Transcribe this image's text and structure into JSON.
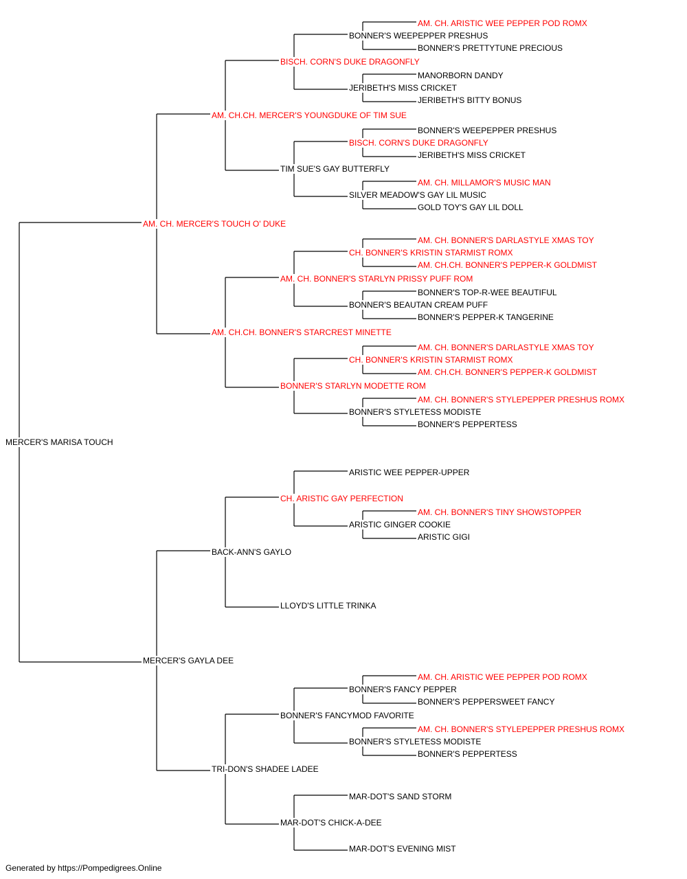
{
  "colors": {
    "titled": "#ff0000",
    "plain": "#000000",
    "line": "#000000"
  },
  "footer": "Generated by https://Pompedigrees.Online",
  "pedigree": {
    "name": "MERCER'S MARISA TOUCH",
    "titled": false,
    "sire": {
      "name": "AM. CH. MERCER'S TOUCH O' DUKE",
      "titled": true,
      "sire": {
        "name": "AM. CH.CH. MERCER'S YOUNGDUKE OF TIM SUE",
        "titled": true,
        "sire": {
          "name": "BISCH. CORN'S DUKE DRAGONFLY",
          "titled": true,
          "sire": {
            "name": "BONNER'S WEEPEPPER PRESHUS",
            "titled": false,
            "sire": {
              "name": "AM. CH. ARISTIC WEE PEPPER POD ROMX",
              "titled": true
            },
            "dam": {
              "name": "BONNER'S PRETTYTUNE PRECIOUS",
              "titled": false
            }
          },
          "dam": {
            "name": "JERIBETH'S MISS CRICKET",
            "titled": false,
            "sire": {
              "name": "MANORBORN DANDY",
              "titled": false
            },
            "dam": {
              "name": "JERIBETH'S BITTY BONUS",
              "titled": false
            }
          }
        },
        "dam": {
          "name": "TIM SUE'S GAY BUTTERFLY",
          "titled": false,
          "sire": {
            "name": "BISCH. CORN'S DUKE DRAGONFLY",
            "titled": true,
            "sire": {
              "name": "BONNER'S WEEPEPPER PRESHUS",
              "titled": false
            },
            "dam": {
              "name": "JERIBETH'S MISS CRICKET",
              "titled": false
            }
          },
          "dam": {
            "name": "SILVER MEADOW'S GAY LIL MUSIC",
            "titled": false,
            "sire": {
              "name": "AM. CH. MILLAMOR'S MUSIC MAN",
              "titled": true
            },
            "dam": {
              "name": "GOLD TOY'S GAY LIL DOLL",
              "titled": false
            }
          }
        }
      },
      "dam": {
        "name": "AM. CH.CH. BONNER'S STARCREST MINETTE",
        "titled": true,
        "sire": {
          "name": "AM. CH. BONNER'S STARLYN PRISSY PUFF ROM",
          "titled": true,
          "sire": {
            "name": "CH. BONNER'S KRISTIN STARMIST ROMX",
            "titled": true,
            "sire": {
              "name": "AM. CH. BONNER'S DARLASTYLE XMAS TOY",
              "titled": true
            },
            "dam": {
              "name": "AM. CH.CH. BONNER'S PEPPER-K GOLDMIST",
              "titled": true
            }
          },
          "dam": {
            "name": "BONNER'S BEAUTAN CREAM PUFF",
            "titled": false,
            "sire": {
              "name": "BONNER'S TOP-R-WEE BEAUTIFUL",
              "titled": false
            },
            "dam": {
              "name": "BONNER'S PEPPER-K TANGERINE",
              "titled": false
            }
          }
        },
        "dam": {
          "name": "BONNER'S STARLYN MODETTE ROM",
          "titled": true,
          "sire": {
            "name": "CH. BONNER'S KRISTIN STARMIST ROMX",
            "titled": true,
            "sire": {
              "name": "AM. CH. BONNER'S DARLASTYLE XMAS TOY",
              "titled": true
            },
            "dam": {
              "name": "AM. CH.CH. BONNER'S PEPPER-K GOLDMIST",
              "titled": true
            }
          },
          "dam": {
            "name": "BONNER'S STYLETESS MODISTE",
            "titled": false,
            "sire": {
              "name": "AM. CH. BONNER'S STYLEPEPPER PRESHUS ROMX",
              "titled": true
            },
            "dam": {
              "name": "BONNER'S PEPPERTESS",
              "titled": false
            }
          }
        }
      }
    },
    "dam": {
      "name": "MERCER'S GAYLA DEE",
      "titled": false,
      "sire": {
        "name": "BACK-ANN'S GAYLO",
        "titled": false,
        "sire": {
          "name": "CH. ARISTIC GAY PERFECTION",
          "titled": true,
          "sire": {
            "name": "ARISTIC WEE PEPPER-UPPER",
            "titled": false
          },
          "dam": {
            "name": "ARISTIC GINGER COOKIE",
            "titled": false,
            "sire": {
              "name": "AM. CH. BONNER'S TINY SHOWSTOPPER",
              "titled": true
            },
            "dam": {
              "name": "ARISTIC GIGI",
              "titled": false
            }
          }
        },
        "dam": {
          "name": "LLOYD'S LITTLE TRINKA",
          "titled": false
        }
      },
      "dam": {
        "name": "TRI-DON'S SHADEE LADEE",
        "titled": false,
        "sire": {
          "name": "BONNER'S FANCYMOD FAVORITE",
          "titled": false,
          "sire": {
            "name": "BONNER'S FANCY PEPPER",
            "titled": false,
            "sire": {
              "name": "AM. CH. ARISTIC WEE PEPPER POD ROMX",
              "titled": true
            },
            "dam": {
              "name": "BONNER'S PEPPERSWEET FANCY",
              "titled": false
            }
          },
          "dam": {
            "name": "BONNER'S STYLETESS MODISTE",
            "titled": false,
            "sire": {
              "name": "AM. CH. BONNER'S STYLEPEPPER PRESHUS ROMX",
              "titled": true
            },
            "dam": {
              "name": "BONNER'S PEPPERTESS",
              "titled": false
            }
          }
        },
        "dam": {
          "name": "MAR-DOT'S CHICK-A-DEE",
          "titled": false,
          "sire": {
            "name": "MAR-DOT'S SAND STORM",
            "titled": false
          },
          "dam": {
            "name": "MAR-DOT'S EVENING MIST",
            "titled": false
          }
        }
      }
    }
  }
}
